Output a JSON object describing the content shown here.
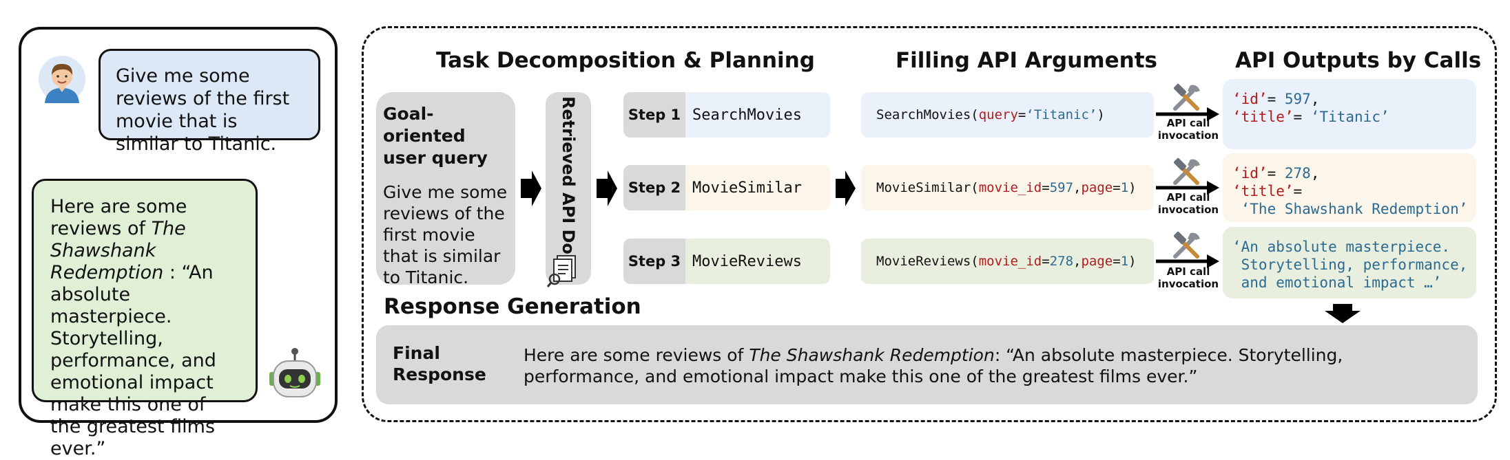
{
  "chat": {
    "user_message": "Give me some reviews of the first movie that is similar to Titanic.",
    "bot_prefix": "Here are some reviews of ",
    "bot_title": "The Shawshank Redemption",
    "bot_suffix": " : “An absolute masterpiece. Storytelling, performance, and emotional impact make this one of the greatest films ever.”"
  },
  "headings": {
    "task": "Task Decomposition & Planning",
    "filling": "Filling API Arguments",
    "outputs": "API Outputs by Calls",
    "response": "Response Generation"
  },
  "query": {
    "title": "Goal-oriented user query",
    "body": "Give me some reviews of the first movie that is similar to Titanic."
  },
  "docs_label": "Retrieved API Docs",
  "steps": [
    {
      "num": "Step 1",
      "api": "SearchMovies"
    },
    {
      "num": "Step 2",
      "api": "MovieSimilar"
    },
    {
      "num": "Step 3",
      "api": "MovieReviews"
    }
  ],
  "calls": [
    {
      "fn": "SearchMovies(",
      "k1": "query",
      "eq1": "=",
      "v1": "‘Titanic’",
      "close": ")"
    },
    {
      "fn": "MovieSimilar(",
      "k1": "movie_id",
      "eq1": "=",
      "v1": "597",
      "sep": ", ",
      "k2": "page",
      "eq2": "=",
      "v2": "1",
      "close": ")"
    },
    {
      "fn": "MovieReviews(",
      "k1": "movie_id",
      "eq1": "=",
      "v1": "278",
      "sep": ", ",
      "k2": "page",
      "eq2": "=",
      "v2": "1",
      "close": ")"
    }
  ],
  "invocation_label": "API call invocation",
  "outputs": [
    {
      "k1": "‘id’",
      "e1": "= ",
      "v1": "597",
      "c1": ",",
      "k2": "‘title’",
      "e2": "= ",
      "v2": "‘Titanic’"
    },
    {
      "k1": "‘id’",
      "e1": "= ",
      "v1": "278",
      "c1": ",",
      "k2": "‘title’",
      "e2": "=",
      "v2": " ‘The Shawshank Redemption’"
    },
    {
      "text": "‘An absolute masterpiece.\n Storytelling, performance,\n and emotional impact …’"
    }
  ],
  "final": {
    "label": "Final Response",
    "prefix": "Here are some reviews of  ",
    "title": "The Shawshank Redemption",
    "suffix": ": “An absolute masterpiece.  Storytelling, performance, and  emotional impact make this one of the greatest films ever.”"
  },
  "colors": {
    "user_bubble": "#dde8f6",
    "bot_bubble": "#dff0d6",
    "gray_box": "#d9d9d9",
    "arg_name": "#b01c1c",
    "value": "#2c6a91"
  }
}
